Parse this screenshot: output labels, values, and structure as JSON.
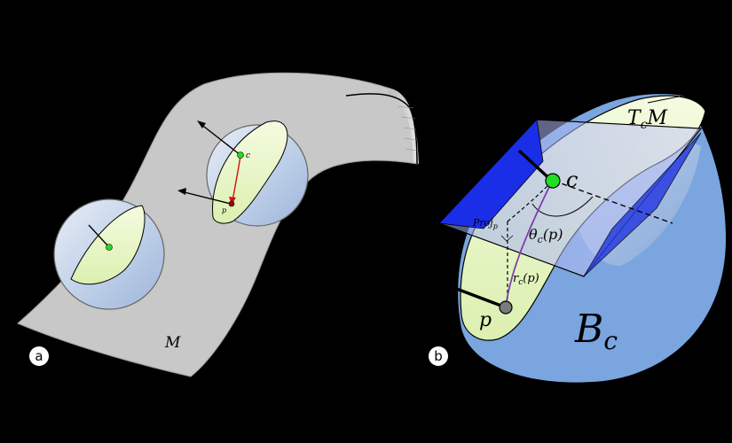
{
  "panels": {
    "a": {
      "badge": "a",
      "manifold_label": "M",
      "center_label": "c",
      "point_label": "p"
    },
    "b": {
      "badge": "b",
      "tangent_plane_label": "T",
      "tangent_plane_subscript": "c",
      "tangent_plane_suffix": "M",
      "center_label": "c",
      "point_label": "p",
      "ball_label": "B",
      "ball_subscript": "c",
      "proj_label": "Proj",
      "proj_subscript": "p",
      "angle_label": "θ",
      "angle_subscript": "c",
      "angle_arg": "(p)",
      "radius_label": "r",
      "radius_subscript": "c",
      "radius_arg": "(p)"
    }
  },
  "colors": {
    "background": "#000000",
    "manifold_fill": "#c8c8c8",
    "ball_fill": "#7aa5de",
    "cap_fill": "#eaf7c9",
    "tangent_plane": "#1a2ee8",
    "center_point": "#22dd22",
    "point_p": "#7a7a7a",
    "red_arrow": "#d01010",
    "purple_geodesic": "#7a3fb0"
  }
}
